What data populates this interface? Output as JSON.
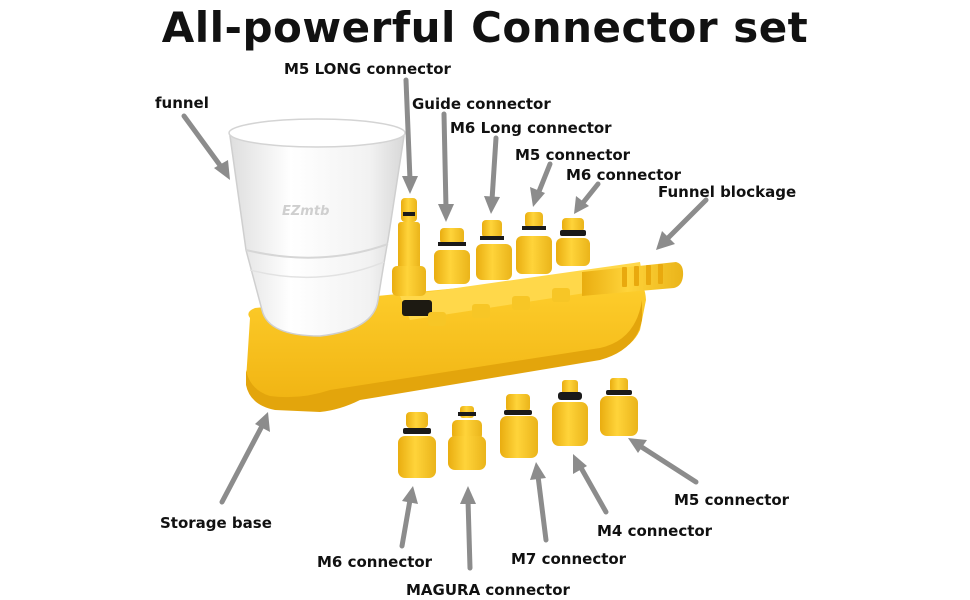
{
  "title": "All-powerful Connector set",
  "colors": {
    "product_yellow": "#f6c21c",
    "product_shadow": "#e0a80e",
    "funnel_white": "#f4f4f4",
    "arrow_gray": "#8c8c8c",
    "text": "#111111"
  },
  "labels": {
    "funnel": "funnel",
    "m5_long": "M5 LONG connector",
    "guide": "Guide connector",
    "m6_long": "M6 Long connector",
    "m5_top": "M5 connector",
    "m6_top": "M6 connector",
    "funnel_blockage": "Funnel blockage",
    "storage_base": "Storage base",
    "m6_bottom": "M6 connector",
    "magura": "MAGURA connector",
    "m7": "M7 connector",
    "m4": "M4 connector",
    "m5_bottom": "M5 connector"
  },
  "funnel_brand": "EZmtb"
}
